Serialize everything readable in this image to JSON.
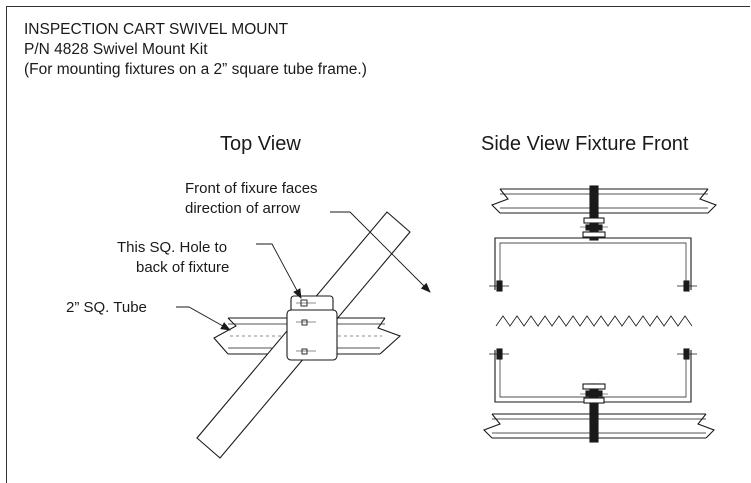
{
  "title": {
    "line1": "INSPECTION CART SWIVEL MOUNT",
    "line2": "P/N 4828 Swivel Mount Kit",
    "line3": "(For mounting fixtures on a 2” square tube frame.)"
  },
  "top_view": {
    "title": "Top View",
    "front_note_line1": "Front of fixure faces",
    "front_note_line2": "direction of arrow",
    "hole_note_line1": "This SQ. Hole to",
    "hole_note_line2": "back of fixture",
    "tube_note": "2” SQ. Tube"
  },
  "side_view": {
    "title": "Side View Fixture Front"
  }
}
